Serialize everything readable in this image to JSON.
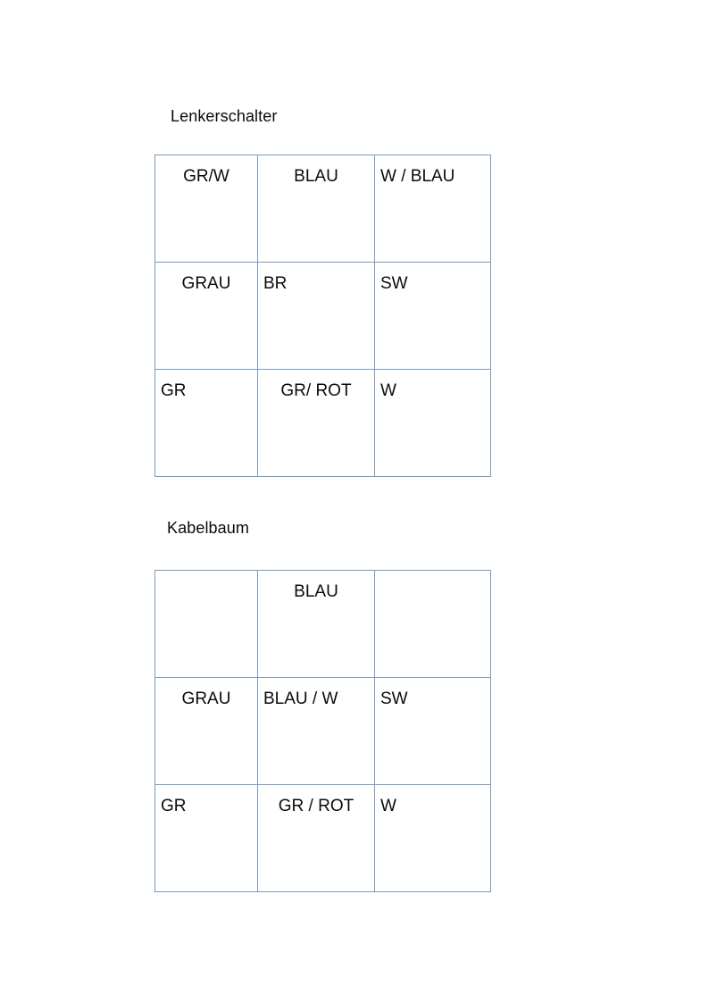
{
  "document": {
    "title": "Kabelfarben Lenkerschalter / Kabelbaum",
    "background_color": "#ffffff",
    "text_color": "#0b0b0b",
    "table_border_color": "#7b9ac0"
  },
  "sections": [
    {
      "id": "lenkerschalter",
      "heading": "Lenkerschalter",
      "table": {
        "rows": [
          [
            {
              "text": "GR/W",
              "align": "center"
            },
            {
              "text": "BLAU",
              "align": "center"
            },
            {
              "text": "W / BLAU",
              "align": "left"
            }
          ],
          [
            {
              "text": "GRAU",
              "align": "center"
            },
            {
              "text": "BR",
              "align": "left"
            },
            {
              "text": "SW",
              "align": "left"
            }
          ],
          [
            {
              "text": "GR",
              "align": "left"
            },
            {
              "text": "GR/ ROT",
              "align": "center"
            },
            {
              "text": "W",
              "align": "left"
            }
          ]
        ]
      }
    },
    {
      "id": "kabelbaum",
      "heading": "Kabelbaum",
      "table": {
        "rows": [
          [
            {
              "text": "",
              "align": "left"
            },
            {
              "text": "BLAU",
              "align": "center"
            },
            {
              "text": "",
              "align": "left"
            }
          ],
          [
            {
              "text": "GRAU",
              "align": "center"
            },
            {
              "text": "BLAU / W",
              "align": "left"
            },
            {
              "text": "SW",
              "align": "left"
            }
          ],
          [
            {
              "text": "GR",
              "align": "left"
            },
            {
              "text": "GR / ROT",
              "align": "center"
            },
            {
              "text": "W",
              "align": "left"
            }
          ]
        ]
      }
    }
  ]
}
